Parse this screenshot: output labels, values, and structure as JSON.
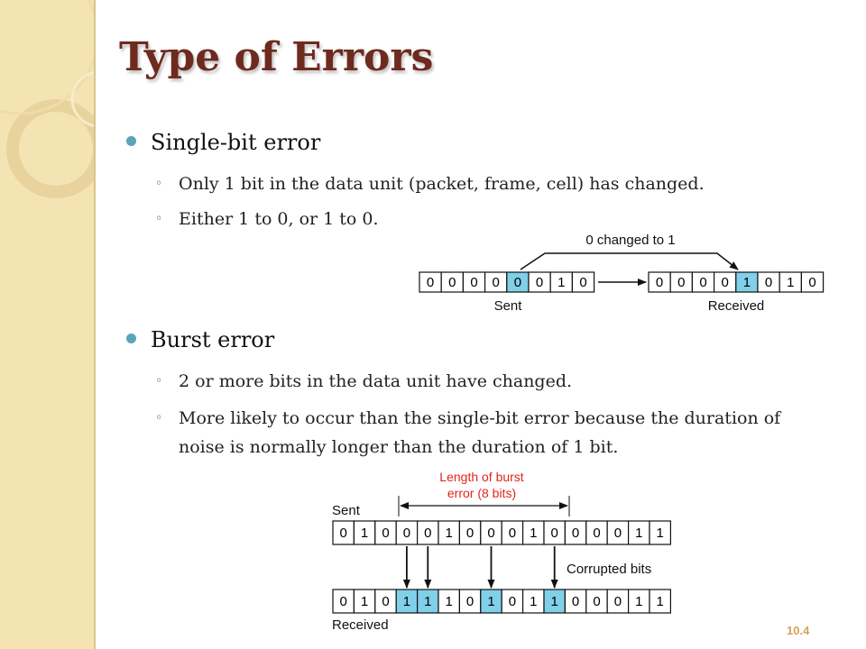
{
  "slide": {
    "title": "Type of Errors",
    "page_number": "10.4"
  },
  "bullets": [
    {
      "label": "Single-bit error",
      "subs": [
        "Only 1 bit in the data unit (packet, frame, cell) has changed.",
        "Either 1 to 0, or 1 to 0."
      ]
    },
    {
      "label": "Burst error",
      "subs": [
        "2 or more bits in the data unit have changed.",
        "More likely to occur than the single-bit error because the duration of noise is normally longer than the duration of 1 bit."
      ]
    }
  ],
  "single_bit_figure": {
    "arrow_label": "0 changed to 1",
    "sent_label": "Sent",
    "received_label": "Received",
    "sent_bits": [
      "0",
      "0",
      "0",
      "0",
      "0",
      "0",
      "1",
      "0"
    ],
    "received_bits": [
      "0",
      "0",
      "0",
      "0",
      "1",
      "0",
      "1",
      "0"
    ],
    "changed_index": 4
  },
  "burst_figure": {
    "length_label_line1": "Length of burst",
    "length_label_line2": "error (8 bits)",
    "sent_label": "Sent",
    "received_label": "Received",
    "corrupted_label": "Corrupted bits",
    "sent_bits": [
      "0",
      "1",
      "0",
      "0",
      "0",
      "1",
      "0",
      "0",
      "0",
      "1",
      "0",
      "0",
      "0",
      "0",
      "1",
      "1"
    ],
    "received_bits": [
      "0",
      "1",
      "0",
      "1",
      "1",
      "1",
      "0",
      "1",
      "0",
      "1",
      "1",
      "0",
      "0",
      "0",
      "1",
      "1"
    ],
    "changed_indices": [
      3,
      4,
      7,
      10
    ]
  },
  "colors": {
    "highlight": "#7fd0e8",
    "title": "#6e2a1e",
    "accent_red": "#e1251b",
    "bullet": "#5aa3b8"
  }
}
